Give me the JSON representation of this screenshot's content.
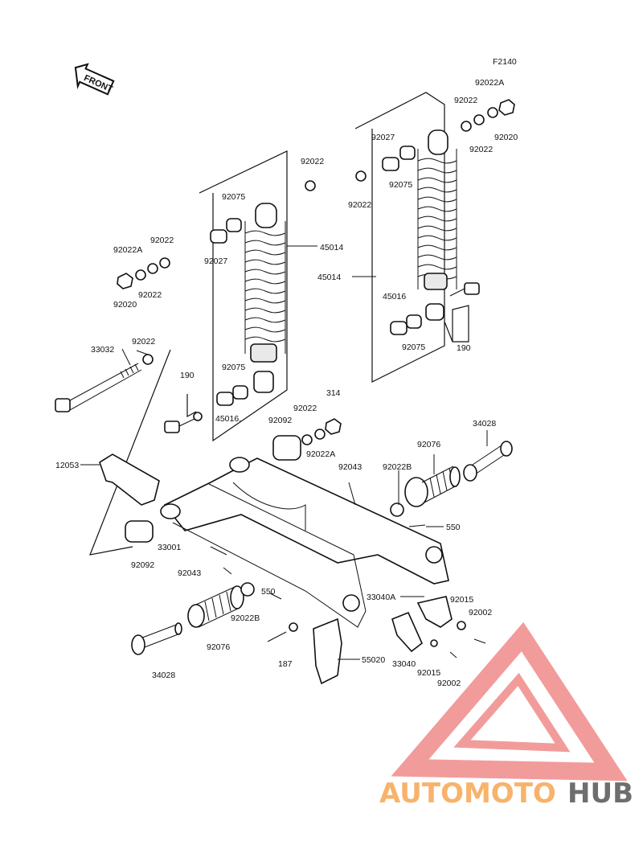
{
  "diagram": {
    "code": "F2140",
    "front_label": "FRONT"
  },
  "labels": {
    "l92022A_top": "92022A",
    "l92022_top_a": "92022",
    "l92022_top_b": "92022",
    "l92020_top": "92020",
    "l92027_r": "92027",
    "l92075_r": "92075",
    "l92022_mid_r": "92022",
    "l92022_mid": "92022",
    "l45014_r": "45014",
    "l45016_r": "45016",
    "l92075_r2": "92075",
    "l190_r": "190",
    "l92075_l": "92075",
    "l92027_l": "92027",
    "l45014_l": "45014",
    "l92022_ul": "92022",
    "l92022A_ul": "92022A",
    "l92022_ul2": "92022",
    "l92020_ul": "92020",
    "l33032": "33032",
    "l92022_bolt": "92022",
    "l190_l": "190",
    "l92075_l2": "92075",
    "l45016_l": "45016.",
    "l92092_top": "92092",
    "l92022_c": "92022",
    "l314": "314",
    "l92022A_c": "92022A",
    "l12053": "12053",
    "l92043_r": "92043",
    "l92022B_r": "92022B",
    "l92076_r": "92076",
    "l34028_r": "34028",
    "l550_r": "550",
    "l33001": "33001",
    "l92092_bot": "92092",
    "l92043_l": "92043",
    "l550_l": "550",
    "l33040A": "33040A",
    "l92015_a": "92015",
    "l92002_a": "92002",
    "l92022B_l": "92022B",
    "l92076_l": "92076",
    "l187": "187",
    "l55020": "55020",
    "l33040": "33040",
    "l92015_b": "92015",
    "l92002_b": "92002",
    "l34028_l": "34028"
  },
  "watermark": {
    "part1": "AUTOMOTO",
    "part2": "HUB",
    "color1": "#f7b36b",
    "color2": "#6e6e6e",
    "logo_color": "#f08a8a"
  }
}
